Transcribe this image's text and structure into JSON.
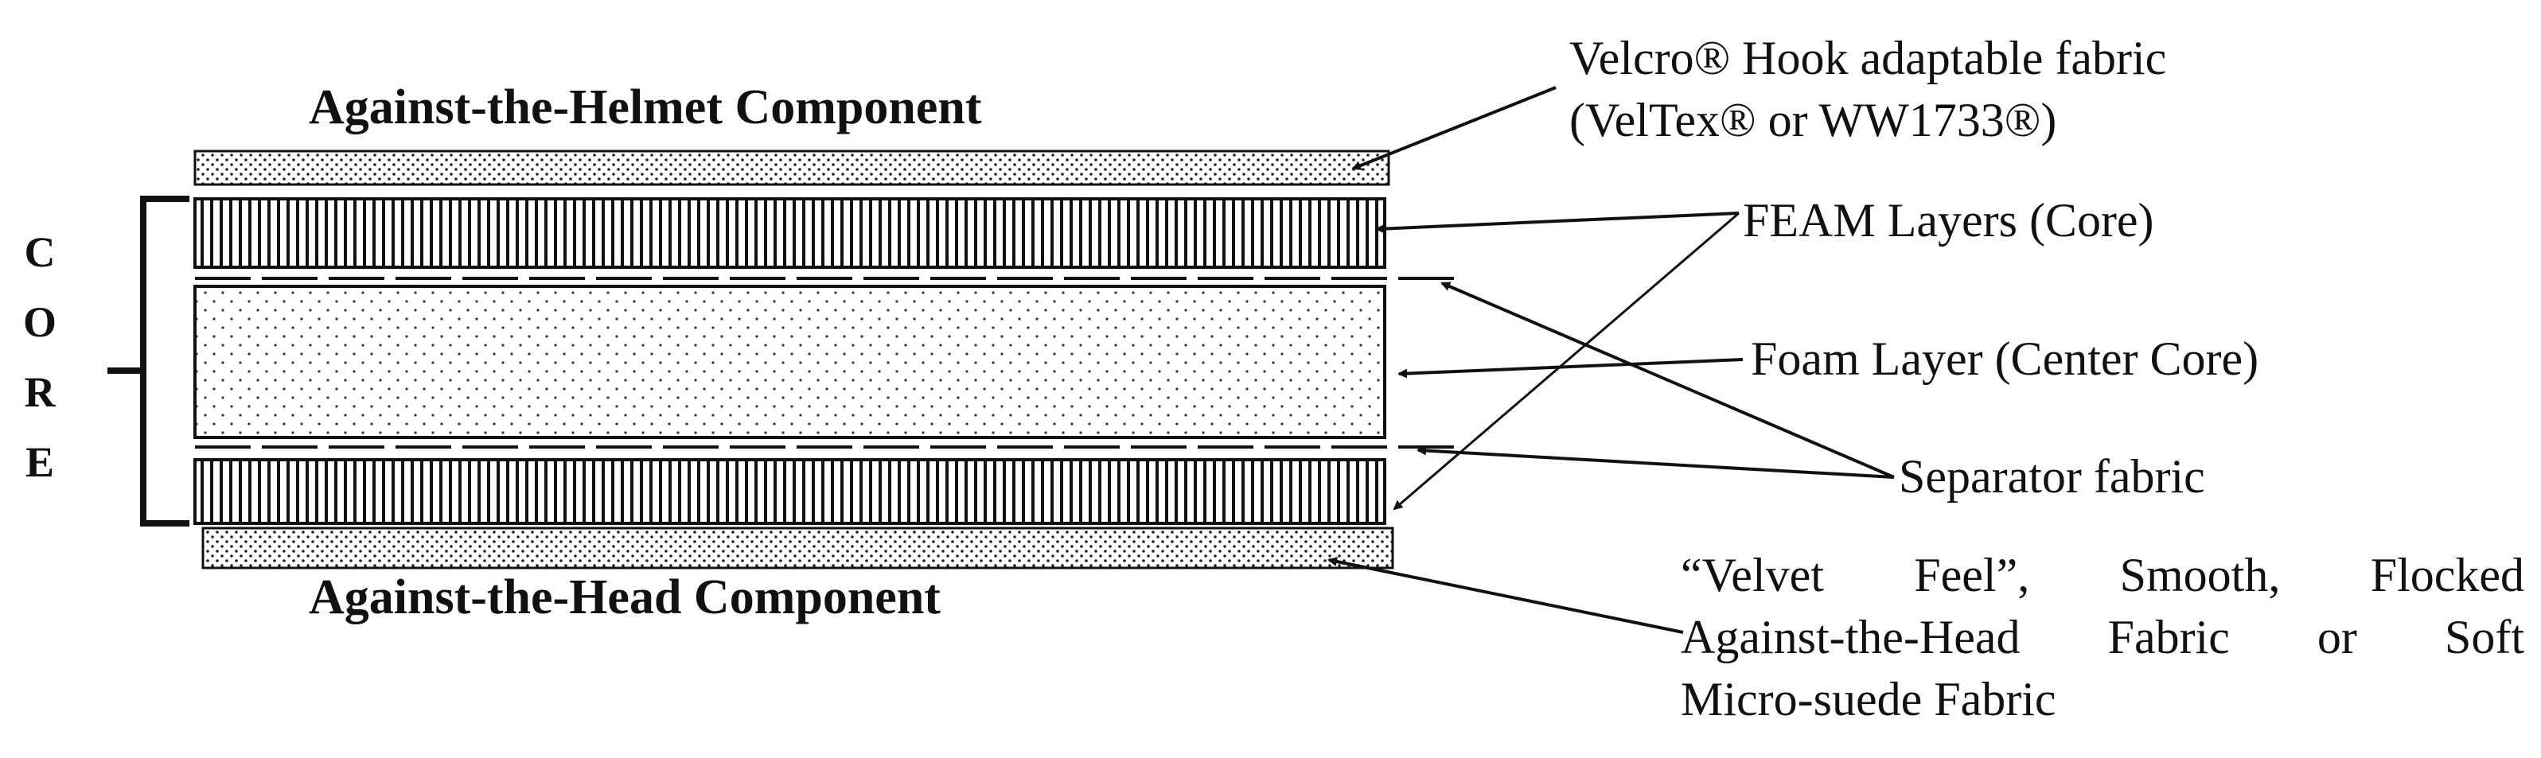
{
  "components": {
    "helmet": "Against-the-Helmet Component",
    "head": "Against-the-Head Component"
  },
  "core_letters": [
    "C",
    "O",
    "R",
    "E"
  ],
  "callouts": {
    "velcro_line1": "Velcro® Hook adaptable fabric",
    "velcro_line2": "(VelTex® or WW1733®)",
    "feam": "FEAM Layers (Core)",
    "foam": "Foam Layer (Center Core)",
    "separator": "Separator fabric",
    "velvet_line1": "“Velvet Feel”, Smooth, Flocked",
    "velvet_line2": "Against-the-Head Fabric or Soft",
    "velvet_line3": "Micro-suede Fabric"
  },
  "colors": {
    "ink": "#111111",
    "background": "#ffffff"
  }
}
